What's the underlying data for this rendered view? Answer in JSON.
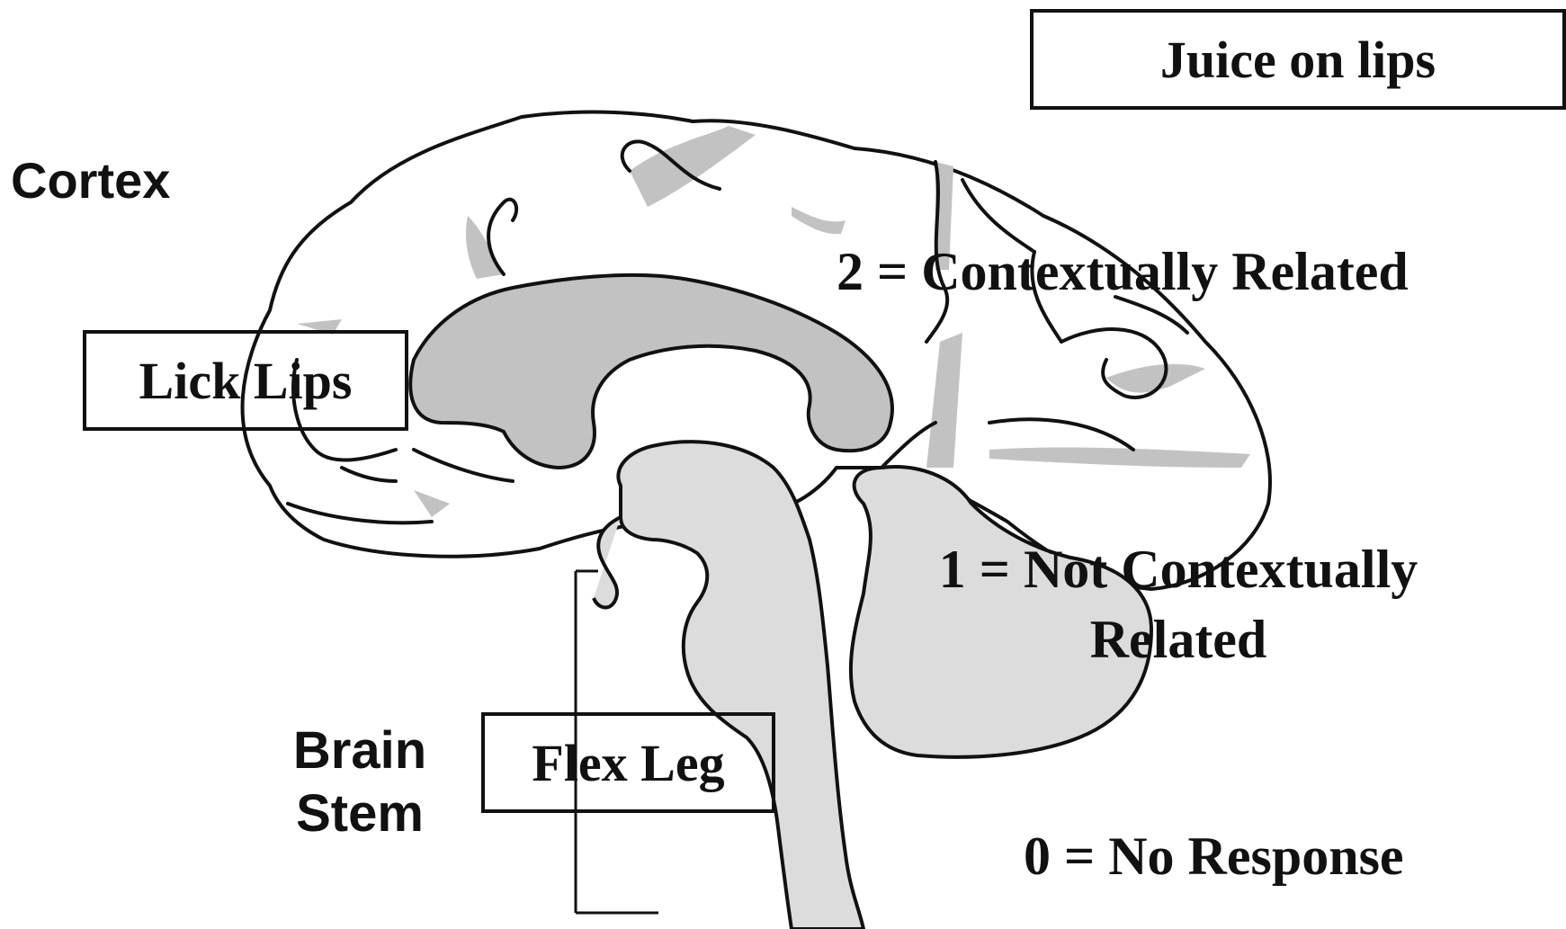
{
  "labels": {
    "cortex": "Cortex",
    "brain_stem_line1": "Brain",
    "brain_stem_line2": "Stem",
    "stimulus": "Juice on lips",
    "lick_lips": "Lick Lips",
    "flex_leg": "Flex Leg",
    "score_2": "2 = Contextually Related",
    "score_1_line1": "1 = Not Contextually",
    "score_1_line2": "Related",
    "score_0": "0 = No Response"
  },
  "colors": {
    "outline": "#111111",
    "cortex_fill": "#c2c2c2",
    "brainstem_fill": "#dcdcdc",
    "background": "#ffffff"
  }
}
